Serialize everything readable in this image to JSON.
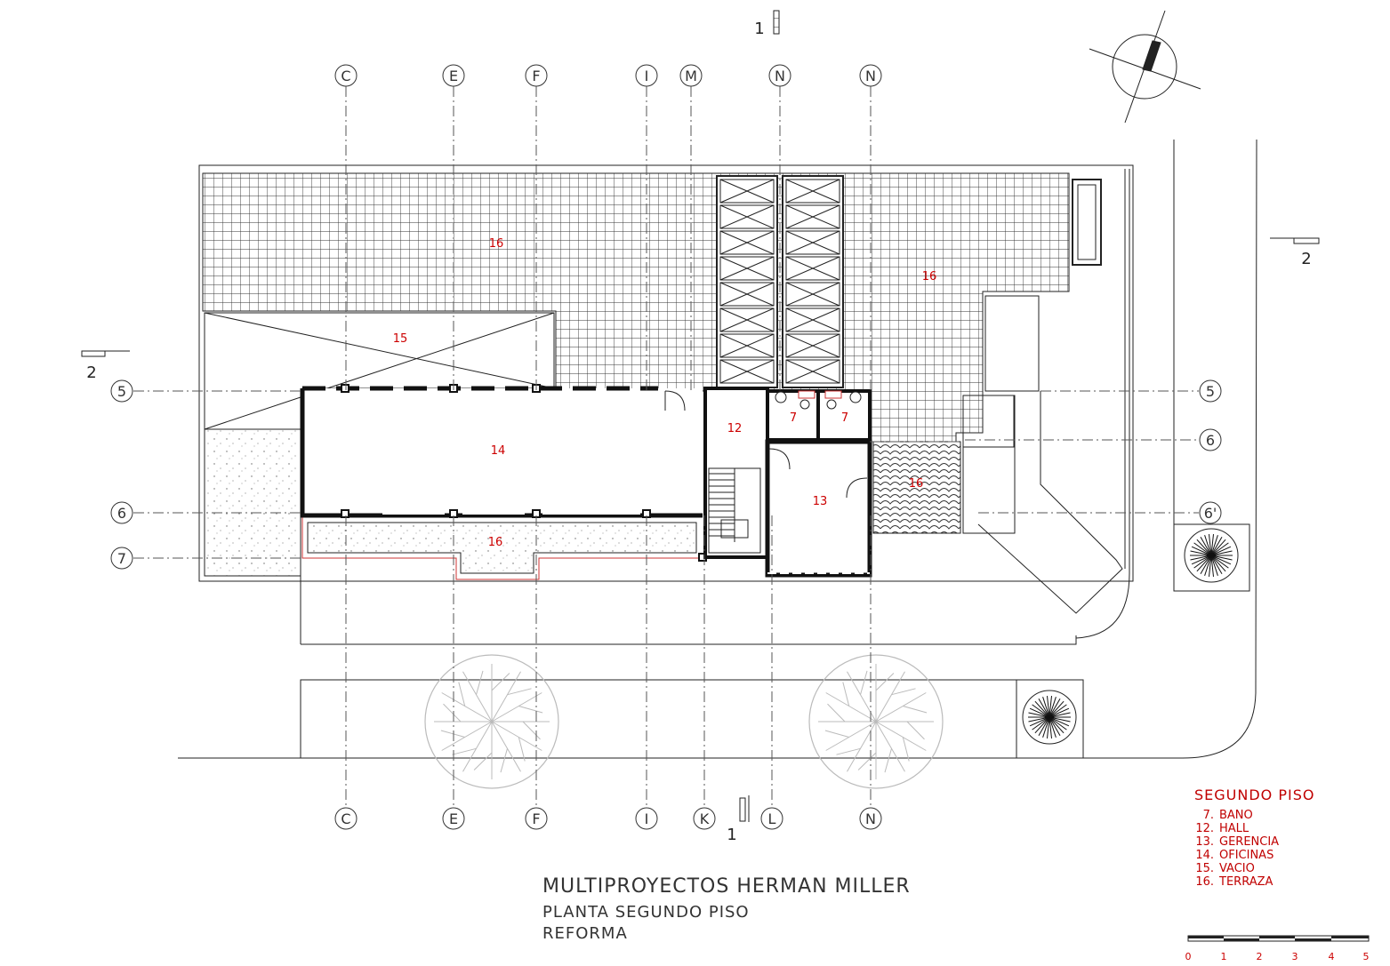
{
  "title": "MULTIPROYECTOS HERMAN MILLER",
  "subtitle": "PLANTA SEGUNDO PISO",
  "subtitle2": "REFORMA",
  "legend": {
    "heading": "SEGUNDO PISO",
    "items": [
      {
        "num": "7.",
        "label": "BANO"
      },
      {
        "num": "12.",
        "label": "HALL"
      },
      {
        "num": "13.",
        "label": "GERENCIA"
      },
      {
        "num": "14.",
        "label": "OFICINAS"
      },
      {
        "num": "15.",
        "label": "VACIO"
      },
      {
        "num": "16.",
        "label": "TERRAZA"
      }
    ]
  },
  "grid_top": [
    "C",
    "E",
    "F",
    "I",
    "M",
    "N",
    "N"
  ],
  "grid_bottom": [
    "C",
    "E",
    "F",
    "I",
    "K",
    "L",
    "N"
  ],
  "grid_left": [
    "5",
    "6",
    "7"
  ],
  "grid_right": [
    "5",
    "6",
    "6'"
  ],
  "rooms": [
    "16",
    "16",
    "15",
    "14",
    "12",
    "13",
    "16",
    "16",
    "7",
    "7"
  ],
  "section_marks": [
    "1",
    "1",
    "2",
    "2"
  ],
  "scale": [
    "0",
    "1",
    "2",
    "3",
    "4",
    "5"
  ],
  "colors": {
    "line": "#222222",
    "grid": "#555555",
    "label": "#cc0000",
    "tree": "#bbbbbb"
  }
}
